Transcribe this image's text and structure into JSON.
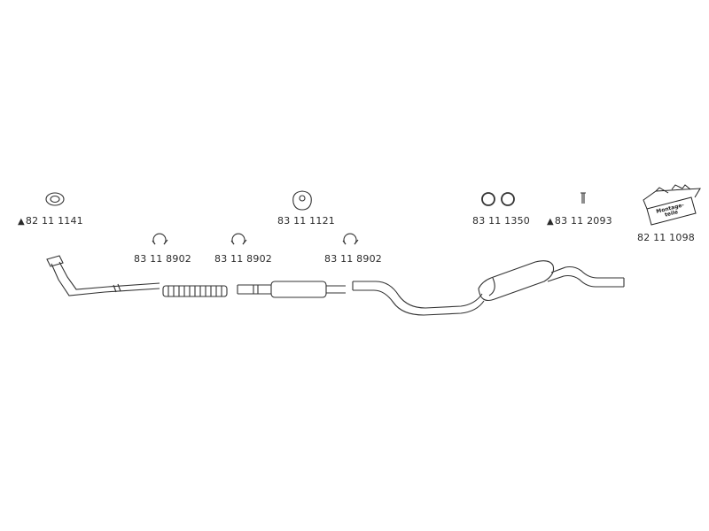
{
  "parts": [
    {
      "id": "gasket",
      "code": "82 11 1141",
      "triangle": true
    },
    {
      "id": "clamp-1",
      "code": "83 11 8902"
    },
    {
      "id": "clamp-2",
      "code": "83 11 8902"
    },
    {
      "id": "hanger",
      "code": "83 11 1121"
    },
    {
      "id": "clamp-3",
      "code": "83 11 8902"
    },
    {
      "id": "rubber-rings",
      "code": "83 11 1350"
    },
    {
      "id": "bolt",
      "code": "83 11 2093",
      "triangle": true
    },
    {
      "id": "mounting-kit",
      "code": "82 11 1098",
      "badge_text": "Montage-teile"
    }
  ],
  "triangle_symbol": "▲",
  "icons": [
    "gasket-icon",
    "clamp-icon",
    "hanger-icon",
    "rubber-ring-icon",
    "bolt-icon",
    "mounting-kit-box-icon"
  ]
}
